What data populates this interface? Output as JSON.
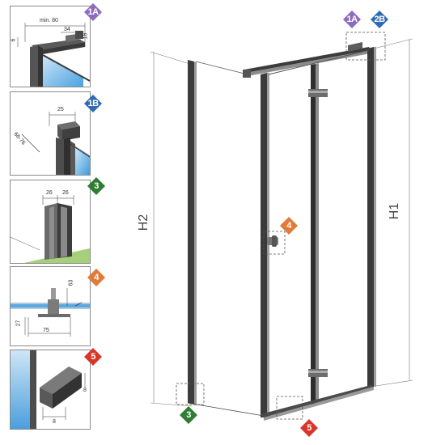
{
  "panels": [
    {
      "badge": "1A",
      "color": "#8e6bbf",
      "dims": {
        "width_total": "min. 80",
        "rail_width": "34",
        "rail_height": "16",
        "offset": "6"
      }
    },
    {
      "badge": "1B",
      "color": "#2f6bb3",
      "dims": {
        "width": "25",
        "range": "66-76"
      }
    },
    {
      "badge": "3",
      "color": "#2e7d32",
      "dims": {
        "left": "26",
        "right": "26"
      }
    },
    {
      "badge": "4",
      "color": "#e07b39",
      "dims": {
        "height": "63",
        "depth": "27",
        "width": "75"
      }
    },
    {
      "badge": "5",
      "color": "#d8362b",
      "dims": {
        "height": "8",
        "width": "8"
      }
    }
  ],
  "main": {
    "height_left": "H2",
    "height_right": "H1",
    "callouts": [
      {
        "badge": "1A",
        "color": "#8e6bbf"
      },
      {
        "badge": "2B",
        "color": "#2f6bb3"
      },
      {
        "badge": "4",
        "color": "#e07b39"
      },
      {
        "badge": "3",
        "color": "#2e7d32"
      },
      {
        "badge": "5",
        "color": "#d8362b"
      }
    ]
  }
}
